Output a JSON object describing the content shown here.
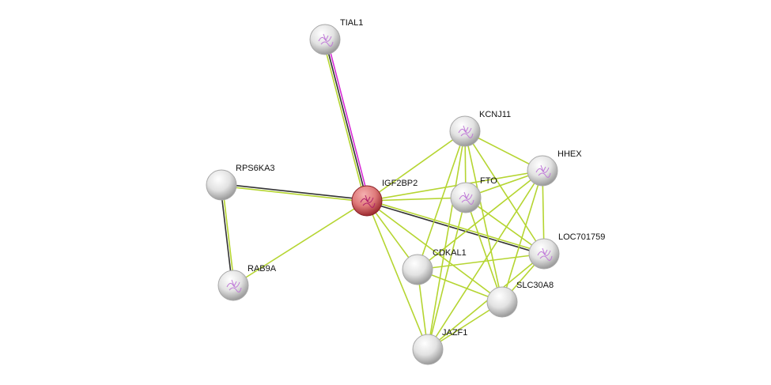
{
  "network": {
    "nodes": [
      {
        "id": "TIAL1",
        "label": "TIAL1",
        "query": false,
        "structure": true
      },
      {
        "id": "IGF2BP2",
        "label": "IGF2BP2",
        "query": true,
        "structure": true
      },
      {
        "id": "RPS6KA3",
        "label": "RPS6KA3",
        "query": false,
        "structure": false
      },
      {
        "id": "RAB9A",
        "label": "RAB9A",
        "query": false,
        "structure": true
      },
      {
        "id": "KCNJ11",
        "label": "KCNJ11",
        "query": false,
        "structure": true
      },
      {
        "id": "HHEX",
        "label": "HHEX",
        "query": false,
        "structure": true
      },
      {
        "id": "FTO",
        "label": "FTO",
        "query": false,
        "structure": true
      },
      {
        "id": "LOC701759",
        "label": "LOC701759",
        "query": false,
        "structure": true
      },
      {
        "id": "CDKAL1",
        "label": "CDKAL1",
        "query": false,
        "structure": false
      },
      {
        "id": "SLC30A8",
        "label": "SLC30A8",
        "query": false,
        "structure": false
      },
      {
        "id": "JAZF1",
        "label": "JAZF1",
        "query": false,
        "structure": false
      }
    ],
    "edges": [
      {
        "a": "IGF2BP2",
        "b": "TIAL1",
        "types": [
          "textmining",
          "coexpression",
          "experiments"
        ]
      },
      {
        "a": "IGF2BP2",
        "b": "RPS6KA3",
        "types": [
          "textmining",
          "coexpression"
        ]
      },
      {
        "a": "IGF2BP2",
        "b": "RAB9A",
        "types": [
          "textmining"
        ]
      },
      {
        "a": "RPS6KA3",
        "b": "RAB9A",
        "types": [
          "textmining",
          "coexpression"
        ]
      },
      {
        "a": "IGF2BP2",
        "b": "KCNJ11",
        "types": [
          "textmining"
        ]
      },
      {
        "a": "IGF2BP2",
        "b": "HHEX",
        "types": [
          "textmining"
        ]
      },
      {
        "a": "IGF2BP2",
        "b": "FTO",
        "types": [
          "textmining"
        ]
      },
      {
        "a": "IGF2BP2",
        "b": "LOC701759",
        "types": [
          "textmining",
          "coexpression"
        ]
      },
      {
        "a": "IGF2BP2",
        "b": "CDKAL1",
        "types": [
          "textmining"
        ]
      },
      {
        "a": "IGF2BP2",
        "b": "SLC30A8",
        "types": [
          "textmining"
        ]
      },
      {
        "a": "IGF2BP2",
        "b": "JAZF1",
        "types": [
          "textmining"
        ]
      },
      {
        "a": "KCNJ11",
        "b": "HHEX",
        "types": [
          "textmining"
        ]
      },
      {
        "a": "KCNJ11",
        "b": "FTO",
        "types": [
          "textmining"
        ]
      },
      {
        "a": "KCNJ11",
        "b": "CDKAL1",
        "types": [
          "textmining"
        ]
      },
      {
        "a": "KCNJ11",
        "b": "JAZF1",
        "types": [
          "textmining"
        ]
      },
      {
        "a": "KCNJ11",
        "b": "SLC30A8",
        "types": [
          "textmining"
        ]
      },
      {
        "a": "KCNJ11",
        "b": "LOC701759",
        "types": [
          "textmining"
        ]
      },
      {
        "a": "HHEX",
        "b": "FTO",
        "types": [
          "textmining"
        ]
      },
      {
        "a": "HHEX",
        "b": "CDKAL1",
        "types": [
          "textmining"
        ]
      },
      {
        "a": "HHEX",
        "b": "JAZF1",
        "types": [
          "textmining"
        ]
      },
      {
        "a": "HHEX",
        "b": "SLC30A8",
        "types": [
          "textmining"
        ]
      },
      {
        "a": "HHEX",
        "b": "LOC701759",
        "types": [
          "textmining"
        ]
      },
      {
        "a": "FTO",
        "b": "JAZF1",
        "types": [
          "textmining"
        ]
      },
      {
        "a": "FTO",
        "b": "SLC30A8",
        "types": [
          "textmining"
        ]
      },
      {
        "a": "FTO",
        "b": "LOC701759",
        "types": [
          "textmining"
        ]
      },
      {
        "a": "CDKAL1",
        "b": "LOC701759",
        "types": [
          "textmining"
        ]
      },
      {
        "a": "CDKAL1",
        "b": "SLC30A8",
        "types": [
          "textmining"
        ]
      },
      {
        "a": "CDKAL1",
        "b": "JAZF1",
        "types": [
          "textmining"
        ]
      },
      {
        "a": "LOC701759",
        "b": "SLC30A8",
        "types": [
          "textmining"
        ]
      },
      {
        "a": "LOC701759",
        "b": "JAZF1",
        "types": [
          "textmining"
        ]
      },
      {
        "a": "SLC30A8",
        "b": "JAZF1",
        "types": [
          "textmining"
        ]
      }
    ],
    "colors": {
      "textmining": "#b5d531",
      "coexpression": "#333333",
      "experiments": "#d62bd6",
      "query_node": "#d0575e",
      "node": "#d8d8d8"
    }
  }
}
